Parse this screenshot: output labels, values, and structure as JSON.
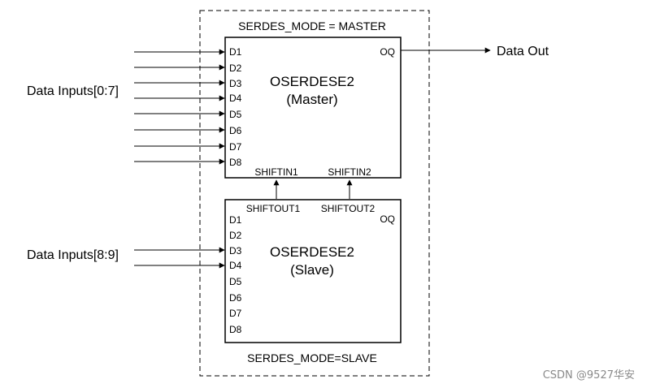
{
  "master": {
    "mode": "SERDES_MODE = MASTER",
    "name": "OSERDESE2",
    "role": "(Master)",
    "inputs": [
      "D1",
      "D2",
      "D3",
      "D4",
      "D5",
      "D6",
      "D7",
      "D8"
    ],
    "output": "OQ",
    "shift_in_1": "SHIFTIN1",
    "shift_in_2": "SHIFTIN2"
  },
  "slave": {
    "mode": "SERDES_MODE=SLAVE",
    "name": "OSERDESE2",
    "role": "(Slave)",
    "inputs": [
      "D1",
      "D2",
      "D3",
      "D4",
      "D5",
      "D6",
      "D7",
      "D8"
    ],
    "output": "OQ",
    "shift_out_1": "SHIFTOUT1",
    "shift_out_2": "SHIFTOUT2"
  },
  "labels": {
    "data_inputs_master": "Data Inputs[0:7]",
    "data_inputs_slave": "Data Inputs[8:9]",
    "data_out": "Data Out"
  },
  "watermark": "CSDN @9527华安"
}
